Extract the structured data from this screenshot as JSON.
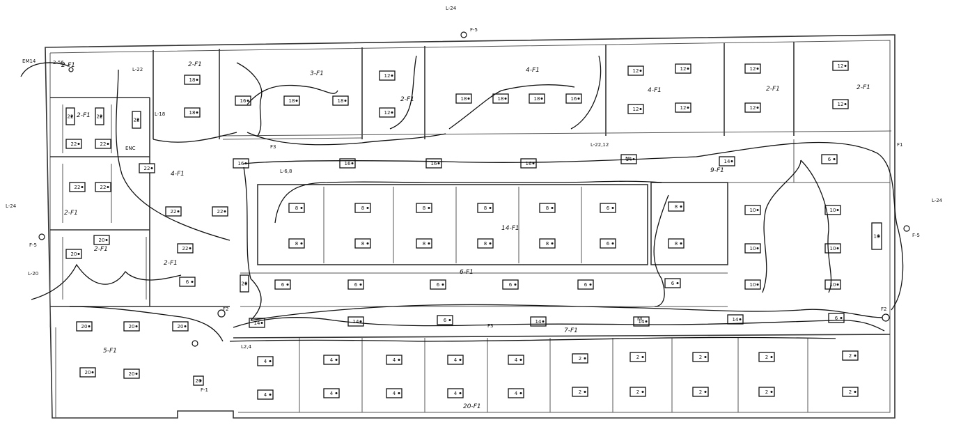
{
  "labels": {
    "top_circuit": "L-24",
    "left_circuit": "L-24",
    "right_circuit": "L-24",
    "l22": "L-22",
    "l20": "L-20",
    "l18": "L-18",
    "emh": "EM14",
    "enc": "ENC",
    "f5_top": "F-5",
    "f5_left": "F-5",
    "f5_right": "F-5",
    "f1_small": "F-1",
    "l6_8": "L-6,8",
    "l2_4": "L2,4",
    "l22_12": "L-22,12",
    "f3_a": "F3",
    "f3_b": "F3",
    "f2_a": "F2",
    "f2_b": "F2",
    "f1_right": "F1",
    "nl_a": "NL",
    "nl_b": "NL",
    "p_2_56": "2-56"
  },
  "rooms": [
    {
      "id": "r1",
      "text": "2-F1"
    },
    {
      "id": "r2",
      "text": "3-F1"
    },
    {
      "id": "r3",
      "text": "2-F1"
    },
    {
      "id": "r4",
      "text": "4-F1"
    },
    {
      "id": "r5",
      "text": "4-F1"
    },
    {
      "id": "r6",
      "text": "2-F1"
    },
    {
      "id": "r7",
      "text": "2-F1"
    },
    {
      "id": "r8",
      "text": "2-F1"
    },
    {
      "id": "r9",
      "text": "2-F1"
    },
    {
      "id": "r10",
      "text": "4-F1"
    },
    {
      "id": "r11",
      "text": "2-F1"
    },
    {
      "id": "r12",
      "text": "2-F1"
    },
    {
      "id": "r13",
      "text": "14-F1"
    },
    {
      "id": "r14",
      "text": "6-F1"
    },
    {
      "id": "r15",
      "text": "9-F1"
    },
    {
      "id": "r16",
      "text": "5-F1"
    },
    {
      "id": "r17",
      "text": "7-F1"
    },
    {
      "id": "r18",
      "text": "20-F1"
    },
    {
      "id": "r19",
      "text": "2-F1"
    }
  ],
  "fixtures": [
    {
      "text": "18"
    },
    {
      "text": "18"
    },
    {
      "text": "16"
    },
    {
      "text": "18"
    },
    {
      "text": "18"
    },
    {
      "text": "12"
    },
    {
      "text": "12"
    },
    {
      "text": "18"
    },
    {
      "text": "18"
    },
    {
      "text": "18"
    },
    {
      "text": "16"
    },
    {
      "text": "12"
    },
    {
      "text": "12"
    },
    {
      "text": "12"
    },
    {
      "text": "12"
    },
    {
      "text": "12"
    },
    {
      "text": "12"
    },
    {
      "text": "12"
    },
    {
      "text": "12"
    },
    {
      "text": "22"
    },
    {
      "text": "22"
    },
    {
      "text": "22"
    },
    {
      "text": "22"
    },
    {
      "text": "22"
    },
    {
      "text": "22"
    },
    {
      "text": "22"
    },
    {
      "text": "22"
    },
    {
      "text": "22"
    },
    {
      "text": "22"
    },
    {
      "text": "22"
    },
    {
      "text": "16"
    },
    {
      "text": "16"
    },
    {
      "text": "16"
    },
    {
      "text": "16"
    },
    {
      "text": "6"
    },
    {
      "text": "8"
    },
    {
      "text": "8"
    },
    {
      "text": "8"
    },
    {
      "text": "8"
    },
    {
      "text": "8"
    },
    {
      "text": "8"
    },
    {
      "text": "8"
    },
    {
      "text": "8"
    },
    {
      "text": "8"
    },
    {
      "text": "8"
    },
    {
      "text": "6"
    },
    {
      "text": "6"
    },
    {
      "text": "8"
    },
    {
      "text": "8"
    },
    {
      "text": "10"
    },
    {
      "text": "10"
    },
    {
      "text": "10"
    },
    {
      "text": "10"
    },
    {
      "text": "10"
    },
    {
      "text": "10"
    },
    {
      "text": "16"
    },
    {
      "text": "6"
    },
    {
      "text": "6"
    },
    {
      "text": "6"
    },
    {
      "text": "6"
    },
    {
      "text": "6"
    },
    {
      "text": "6"
    },
    {
      "text": "6"
    },
    {
      "text": "20"
    },
    {
      "text": "20"
    },
    {
      "text": "20"
    },
    {
      "text": "20"
    },
    {
      "text": "20"
    },
    {
      "text": "20"
    },
    {
      "text": "20"
    },
    {
      "text": "20"
    },
    {
      "text": "20"
    },
    {
      "text": "14"
    },
    {
      "text": "14"
    },
    {
      "text": "6"
    },
    {
      "text": "14"
    },
    {
      "text": "14"
    },
    {
      "text": "14"
    },
    {
      "text": "6"
    },
    {
      "text": "4"
    },
    {
      "text": "4"
    },
    {
      "text": "4"
    },
    {
      "text": "4"
    },
    {
      "text": "4"
    },
    {
      "text": "4"
    },
    {
      "text": "4"
    },
    {
      "text": "4"
    },
    {
      "text": "4"
    },
    {
      "text": "4"
    },
    {
      "text": "2"
    },
    {
      "text": "2"
    },
    {
      "text": "2"
    },
    {
      "text": "2"
    },
    {
      "text": "2"
    },
    {
      "text": "2"
    },
    {
      "text": "2"
    },
    {
      "text": "2"
    },
    {
      "text": "2"
    },
    {
      "text": "2"
    },
    {
      "text": "14"
    },
    {
      "text": "14"
    }
  ]
}
